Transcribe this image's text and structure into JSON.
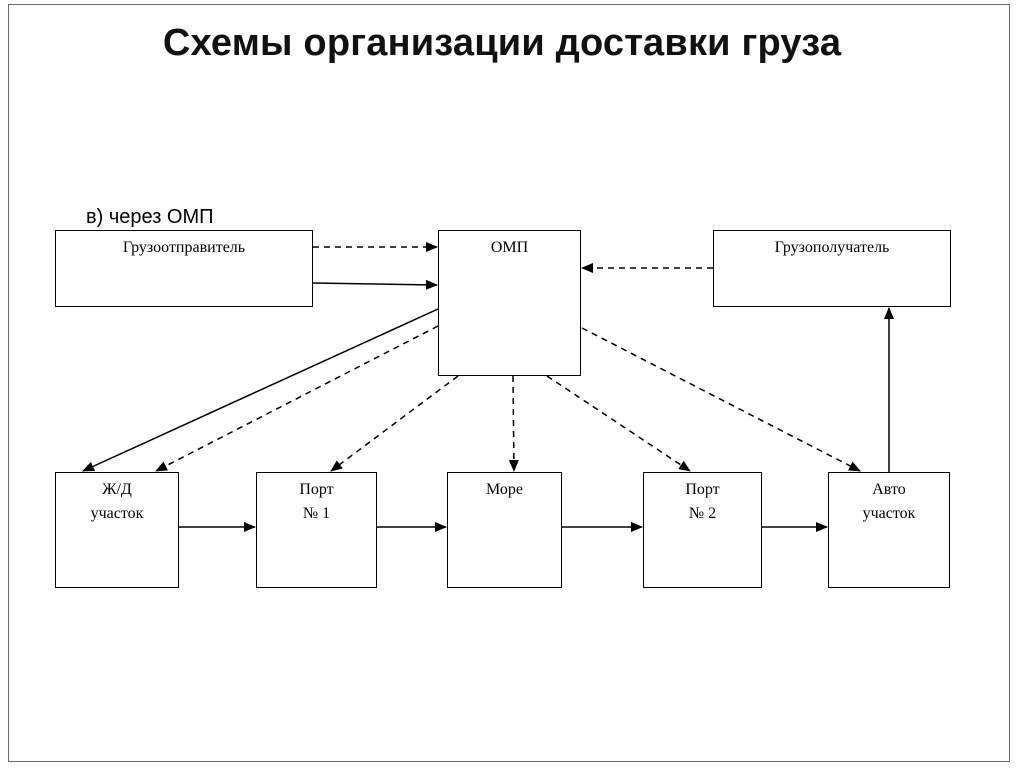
{
  "title": "Схемы организации доставки груза",
  "subtitle": "в)  через ОМП",
  "nodes": {
    "shipper": {
      "lines": [
        "Грузоотправитель"
      ]
    },
    "omp": {
      "lines": [
        "ОМП"
      ]
    },
    "consignee": {
      "lines": [
        "Грузополучатель"
      ]
    },
    "rail": {
      "lines": [
        "Ж/Д",
        "участок"
      ]
    },
    "port1": {
      "lines": [
        "Порт",
        "№ 1"
      ]
    },
    "sea": {
      "lines": [
        "Море"
      ]
    },
    "port2": {
      "lines": [
        "Порт",
        "№ 2"
      ]
    },
    "auto": {
      "lines": [
        "Авто",
        "участок"
      ]
    }
  },
  "colors": {
    "line": "#000000",
    "frame": "#6a6a6a"
  }
}
